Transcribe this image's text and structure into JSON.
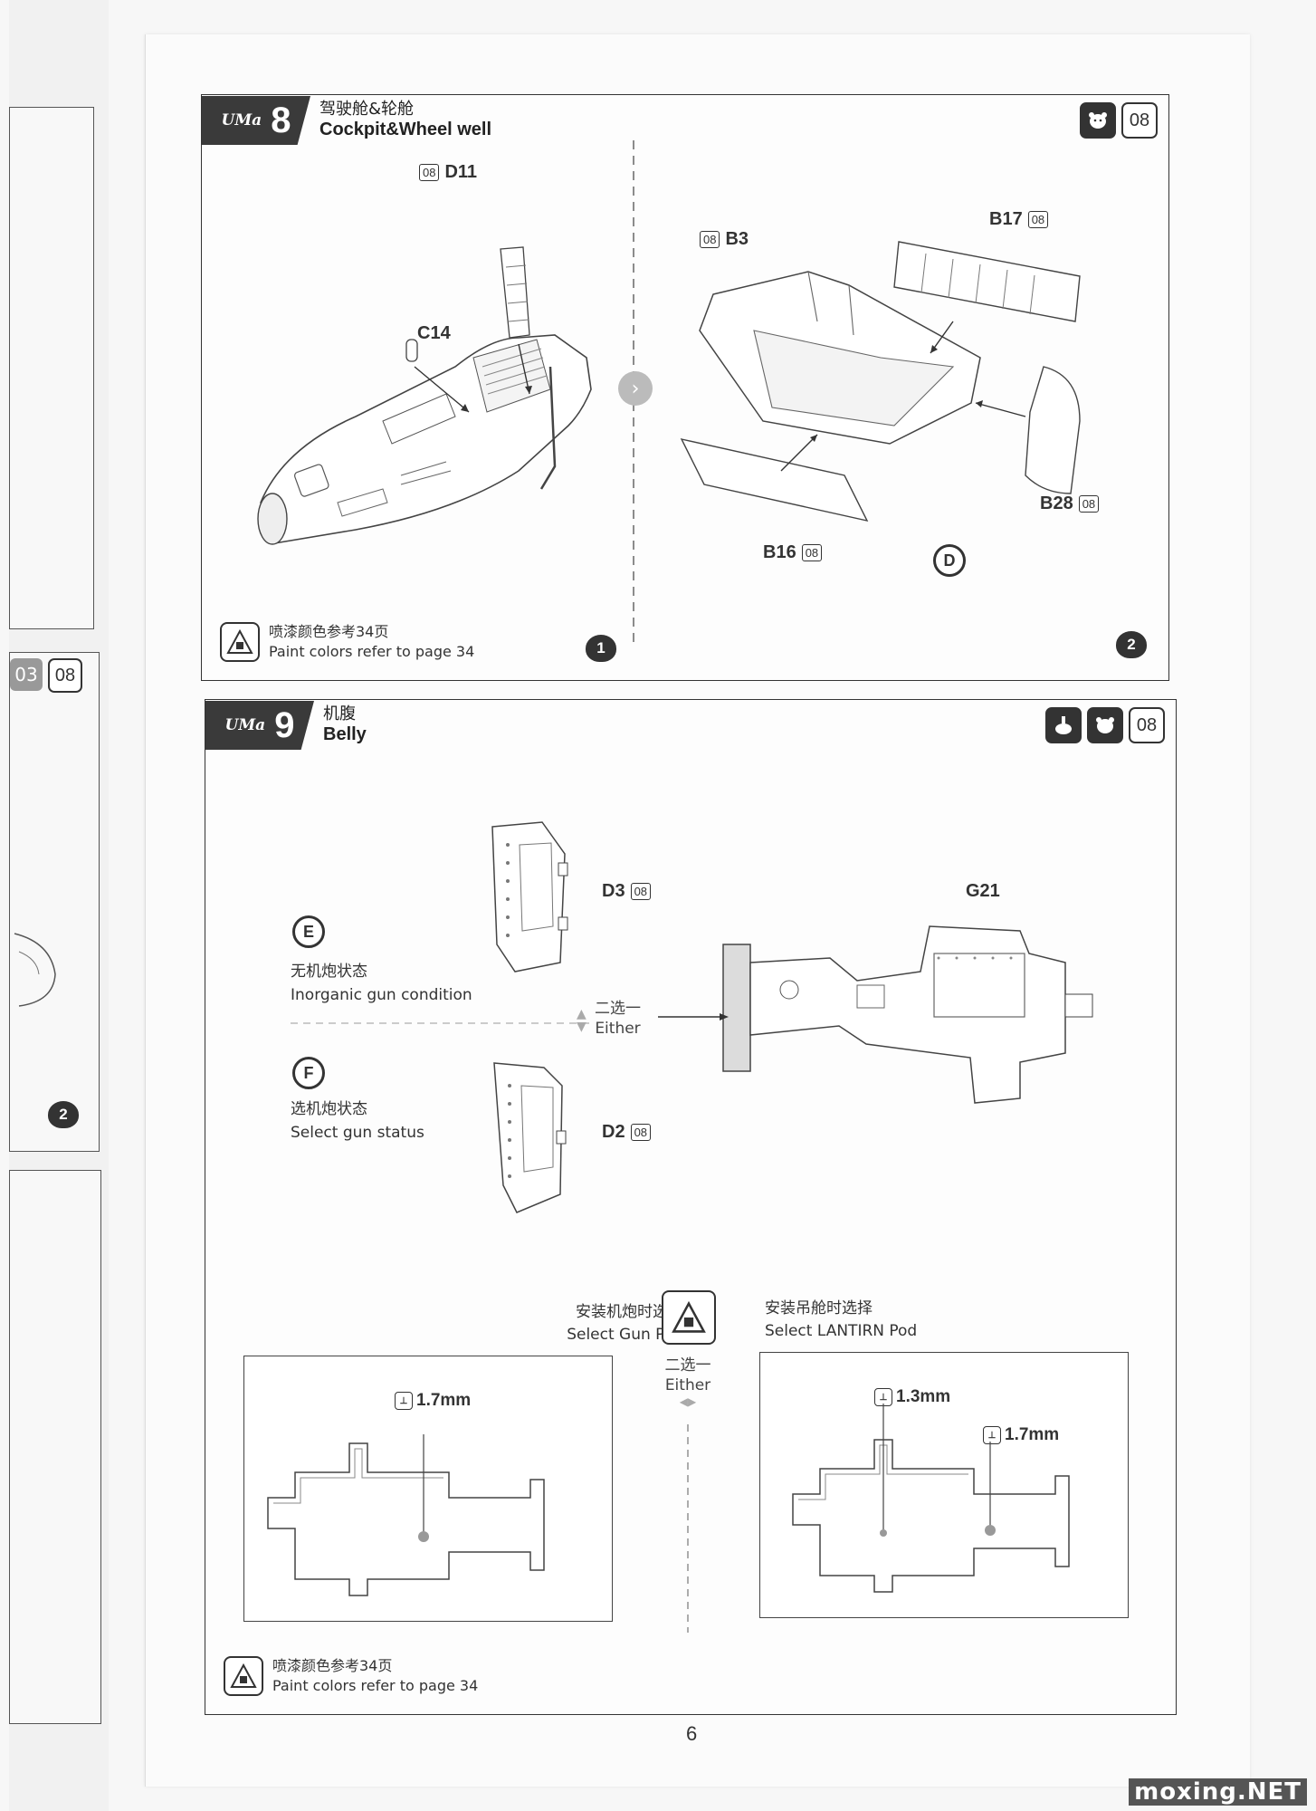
{
  "prev_page": {
    "box_number": "03",
    "part_box": "08",
    "bear_number": "2"
  },
  "step8": {
    "brand": "UMa",
    "number": "8",
    "title_cn": "驾驶舱&轮舱",
    "title_en": "Cockpit&Wheel  well",
    "part_box": "08",
    "parts": {
      "d11": {
        "name": "D11",
        "box": "08"
      },
      "c14": {
        "name": "C14"
      },
      "b3": {
        "name": "B3",
        "box": "08"
      },
      "b17": {
        "name": "B17",
        "box": "08"
      },
      "b28": {
        "name": "B28",
        "box": "08"
      },
      "b16": {
        "name": "B16",
        "box": "08"
      }
    },
    "subassembly": "D",
    "note_cn": "喷漆颜色参考34页",
    "note_en": "Paint colors refer to page 34",
    "bear_left": "1",
    "bear_right": "2"
  },
  "step9": {
    "brand": "UMa",
    "number": "9",
    "title_cn": "机腹",
    "title_en": "Belly",
    "part_box": "08",
    "option_e": {
      "letter": "E",
      "cn": "无机炮状态",
      "en": "Inorganic gun condition"
    },
    "option_f": {
      "letter": "F",
      "cn": "选机炮状态",
      "en": "Select gun status"
    },
    "either_cn": "二选一",
    "either_en": "Either",
    "parts": {
      "d3": {
        "name": "D3",
        "box": "08"
      },
      "d2": {
        "name": "D2",
        "box": "08"
      },
      "g21": {
        "name": "G21"
      }
    },
    "gun_pod": {
      "cn": "安装机炮时选择",
      "en": "Select Gun Pod",
      "drill1": "1.7mm"
    },
    "lantirn_pod": {
      "cn": "安装吊舱时选择",
      "en": "Select LANTIRN Pod",
      "drill1": "1.3mm",
      "drill2": "1.7mm"
    },
    "note_cn": "喷漆颜色参考34页",
    "note_en": "Paint colors refer to page 34"
  },
  "page_number": "6",
  "watermark": "moxing.NET"
}
